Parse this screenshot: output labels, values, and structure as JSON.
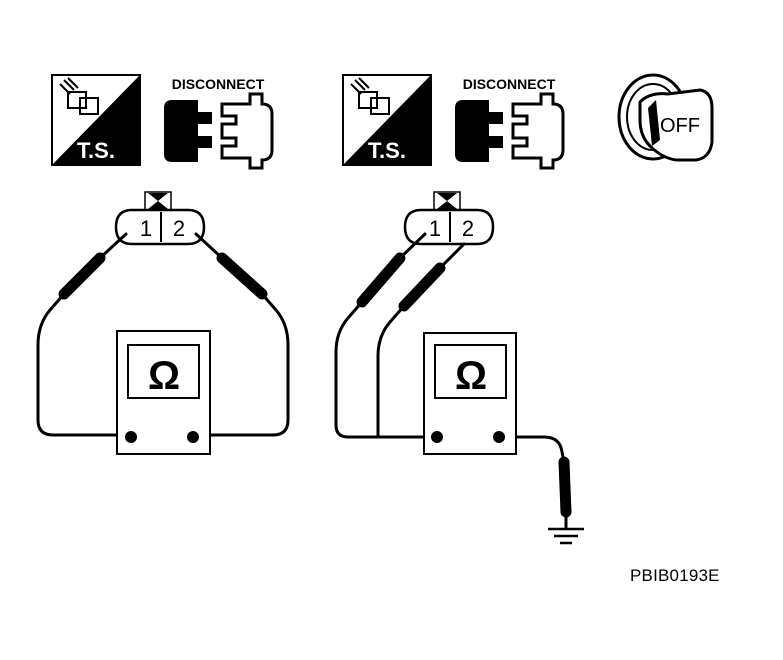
{
  "symbols": {
    "ts_label": "T.S.",
    "disconnect_label": "DISCONNECT",
    "off_label": "OFF"
  },
  "connector": {
    "pin1": "1",
    "pin2": "2"
  },
  "meter": {
    "symbol": "Ω"
  },
  "reference_code": "PBIB0193E",
  "colors": {
    "ink": "#000000",
    "paper": "#ffffff"
  }
}
